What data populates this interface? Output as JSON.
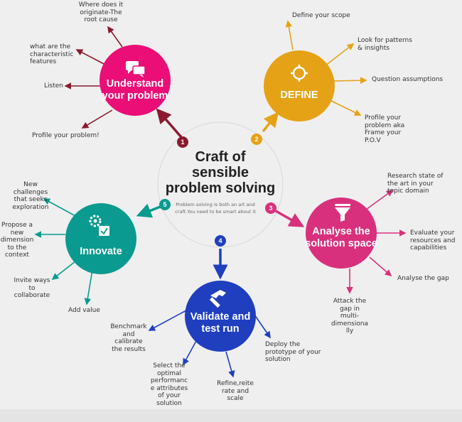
{
  "center": {
    "title": "Craft of\nsensible\nproblem solving",
    "subtitle": "Problem solving is both an art and craft.You need to be smart about it"
  },
  "colors": {
    "understand": "#ea0e76",
    "define": "#e6a216",
    "analyse": "#d9307d",
    "validate": "#1f3fbf",
    "innovate": "#0a9a8f",
    "arrow_understand": "#8b1a2e",
    "arrow_define": "#e6a216",
    "arrow_analyse": "#d9307d",
    "arrow_validate": "#1f3fbf",
    "arrow_innovate": "#0a9a8f"
  },
  "nodes": {
    "understand": {
      "step": "1",
      "title": "Understand\nyour problem",
      "icon": "chat-bubbles-icon",
      "items": [
        "Where does it\noriginate-The\nroot cause",
        "what are the\ncharacteristic\nfeatures",
        "Listen",
        "Profile your problem!"
      ]
    },
    "define": {
      "step": "2",
      "title": "DEFINE",
      "icon": "crosshair-icon",
      "items": [
        "Define your scope",
        "Look for patterns\n& insights",
        "Question assumptions",
        "Profile your\nproblem aka\nFrame your\nP.O.V"
      ]
    },
    "analyse": {
      "step": "3",
      "title": "Analyse the\nsolution space",
      "icon": "funnel-icon",
      "items": [
        "Research state of\nthe art in your\ntopic domain",
        "Evaluate your\nresources and\ncapabilities",
        "Analyse the gap",
        "Attack the\ngap in\nmulti-\ndimensiona\nlly"
      ]
    },
    "validate": {
      "step": "4",
      "title": "Validate and\ntest run",
      "icon": "hammer-icon",
      "items": [
        "Benchmark\nand\ncalibrate\nthe results",
        "Select the\noptimal\nperformanc\ne attributes\nof your\nsolution",
        "Refine,reite\nrate and\nscale",
        "Deploy the\nprototype of your\nsolution"
      ]
    },
    "innovate": {
      "step": "5",
      "title": "Innovate",
      "icon": "gear-check-icon",
      "items": [
        "New\nchallenges\nthat seeks\nexploration",
        "Propose a\nnew\ndimension\nto the\ncontext",
        "Invite ways\nto\ncollaborate",
        "Add value"
      ]
    }
  }
}
